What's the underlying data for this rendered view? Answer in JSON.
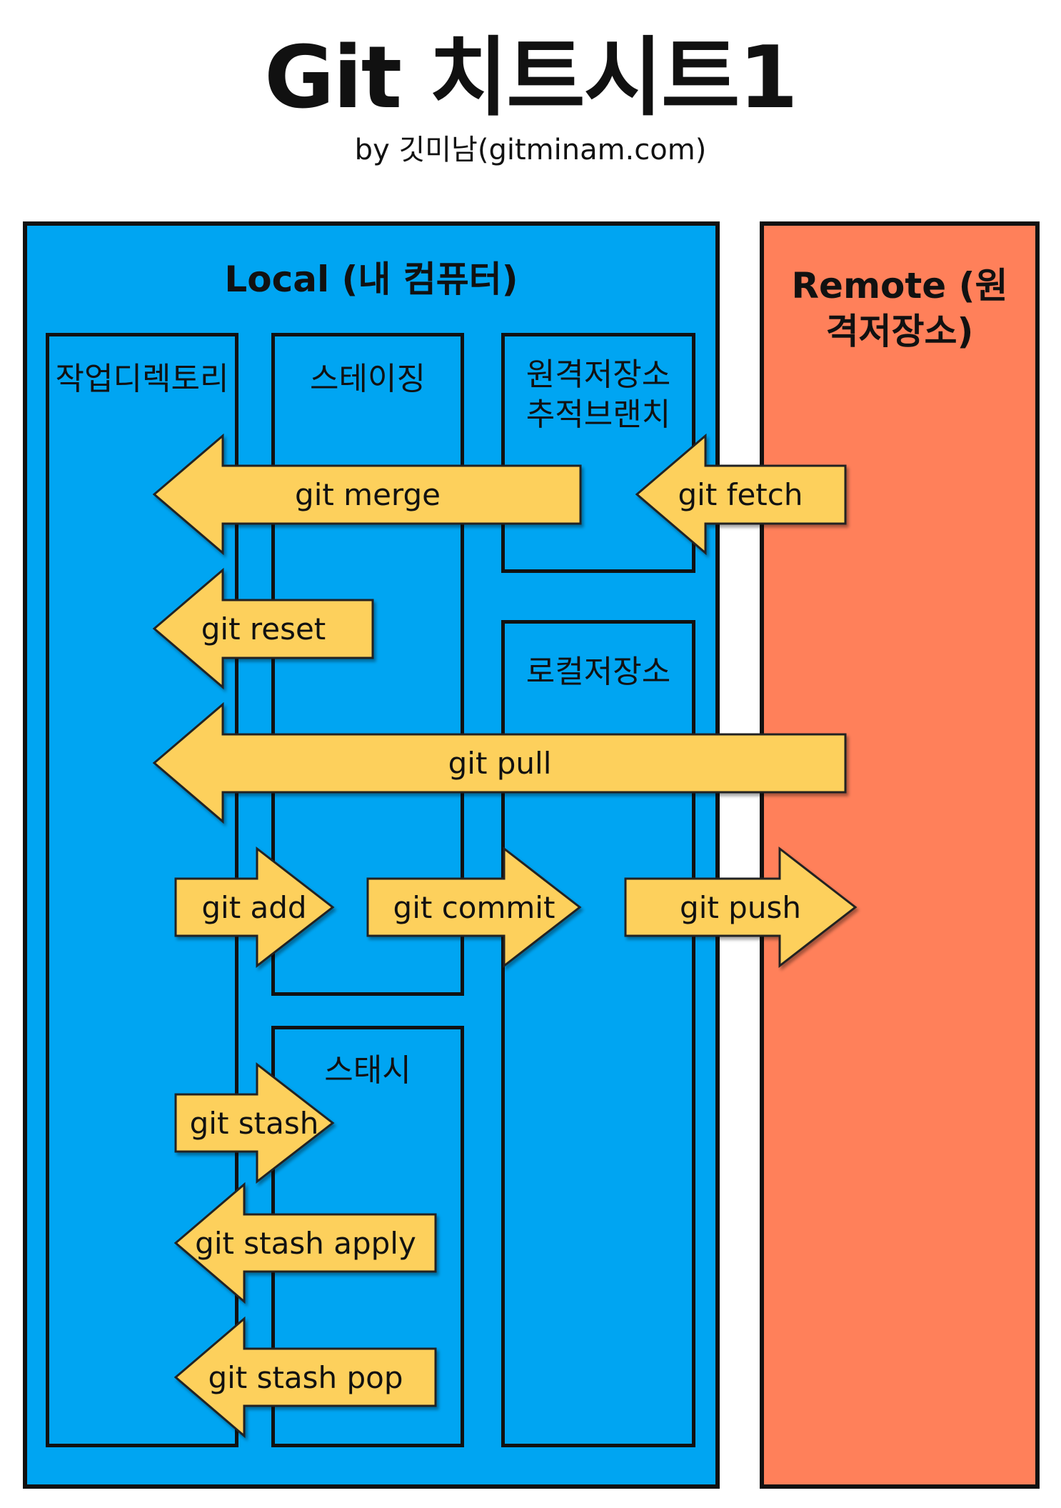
{
  "header": {
    "title": "Git 치트시트1",
    "subtitle": "by 깃미남(gitminam.com)"
  },
  "panels": {
    "local_title": "Local (내 컴퓨터)",
    "remote_title": "Remote (원격저장소)"
  },
  "areas": {
    "working_directory": "작업디렉토리",
    "staging": "스테이징",
    "remote_tracking_branch": "원격저장소 추적브랜치",
    "local_repository": "로컬저장소",
    "stash": "스태시"
  },
  "commands": {
    "merge": "git merge",
    "fetch": "git fetch",
    "reset": "git reset",
    "pull": "git pull",
    "add": "git add",
    "commit": "git commit",
    "push": "git push",
    "stash": "git stash",
    "stash_apply": "git stash apply",
    "stash_pop": "git stash pop"
  },
  "colors": {
    "local_bg": "#00a5f2",
    "remote_bg": "#ff805a",
    "arrow_fill": "#fdd05c"
  }
}
